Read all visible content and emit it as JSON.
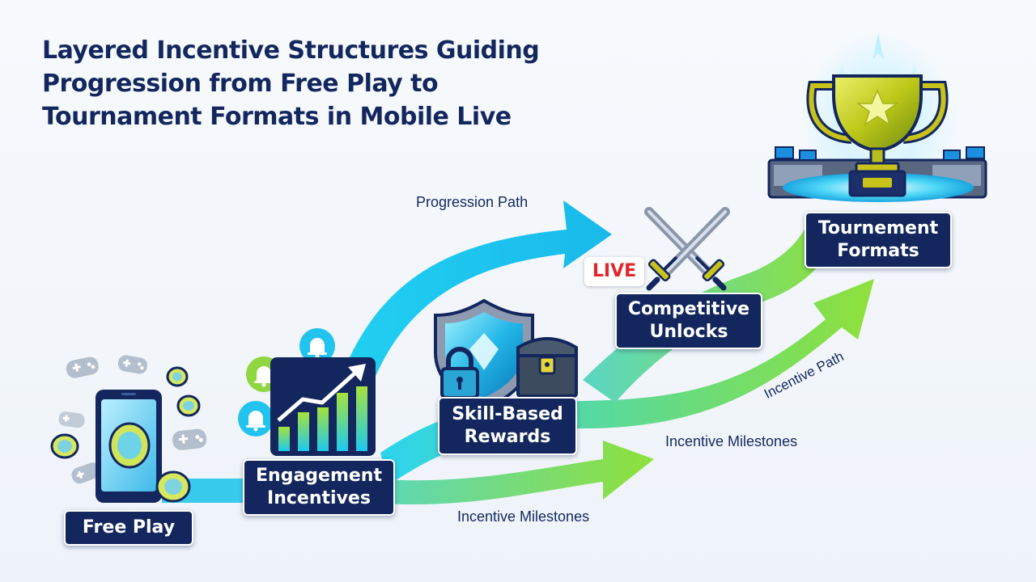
{
  "title_lines": [
    "Layered Incentive Structures Guiding",
    "Progression from Free Play to",
    "Tournament Formats in Mobile Live"
  ],
  "stages": {
    "free_play": [
      "Free Play"
    ],
    "engagement": [
      "Engagement",
      "Incentives"
    ],
    "skill": [
      "Skill-Based",
      "Rewards"
    ],
    "competitive": [
      "Competitive",
      "Unlocks"
    ],
    "tournament": [
      "Tournement",
      "Formats"
    ]
  },
  "path_labels": {
    "progression": "Progression Path",
    "incentive_path": "Incentive Path",
    "milestones_upper": "Incentive Milestones",
    "milestones_lower": "Incentive Milestones"
  },
  "live_badge": "LIVE",
  "icons": [
    "smartphone-icon",
    "gamepad-icon",
    "coin-icon",
    "bell-icon",
    "growth-chart-icon",
    "shield-icon",
    "padlock-icon",
    "treasure-chest-icon",
    "crossed-swords-icon",
    "trophy-icon",
    "stadium-icon"
  ],
  "colors": {
    "navy": "#13275e",
    "cyan": "#1ec9ef",
    "green": "#8fe03a",
    "live_red": "#e3262c",
    "gold": "#c9c21a"
  }
}
